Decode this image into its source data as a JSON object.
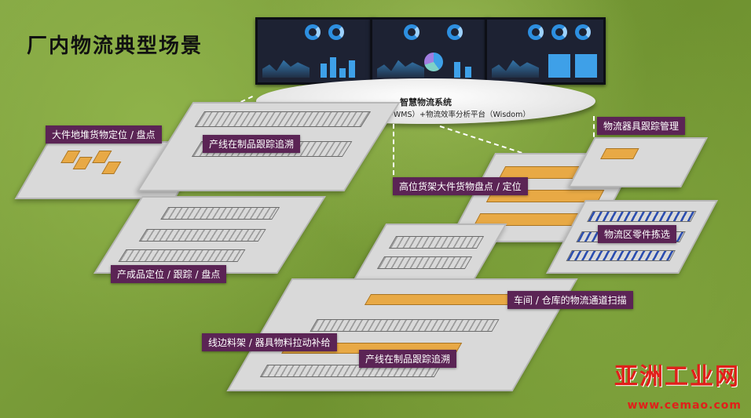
{
  "title": "厂内物流典型场景",
  "platform": {
    "name": "智慧物流系统",
    "subtitle": "物流业务系统（LES+WMS）+物流效率分析平台（Wisdom）"
  },
  "labels": {
    "bulk_cargo": "大件地堆货物定位 / 盘点",
    "wip_trace_top": "产线在制品跟踪追溯",
    "finished_goods": "产成品定位 / 跟踪 / 盘点",
    "high_shelf": "高位货架大件货物盘点 / 定位",
    "equipment_tracking": "物流器具跟踪管理",
    "parts_picking": "物流区零件拣选",
    "channel_scan": "车间 / 仓库的物流通道扫描",
    "line_side": "线边料架 / 器具物料拉动补给",
    "wip_trace_bottom": "产线在制品跟踪追溯"
  },
  "watermark": {
    "brand": "亚洲工业网",
    "url": "www.cemao.com"
  },
  "colors": {
    "label_bg": "#5b2455",
    "grass": "#7b9d38",
    "zone": "#d9d9d9"
  }
}
